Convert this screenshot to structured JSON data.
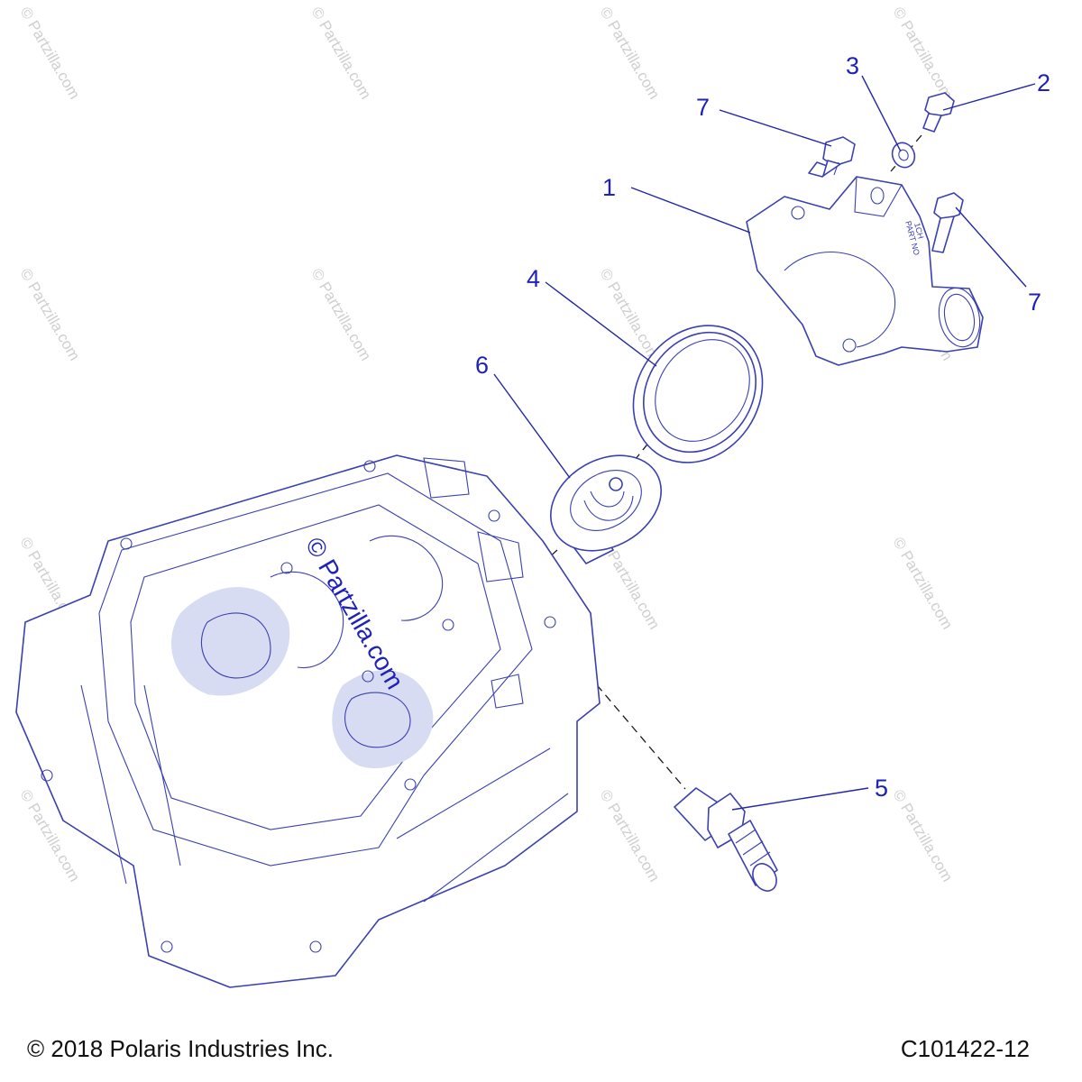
{
  "diagram": {
    "callouts": [
      {
        "id": "1",
        "label": "1"
      },
      {
        "id": "2",
        "label": "2"
      },
      {
        "id": "3",
        "label": "3"
      },
      {
        "id": "4",
        "label": "4"
      },
      {
        "id": "5",
        "label": "5"
      },
      {
        "id": "6",
        "label": "6"
      },
      {
        "id": "7a",
        "label": "7"
      },
      {
        "id": "7b",
        "label": "7"
      }
    ],
    "cover_marking": [
      "PART NO",
      "1CH"
    ],
    "watermark": "© Partzilla.com",
    "center_watermark": "© Partzilla.com"
  },
  "footer": {
    "copyright": "© 2018 Polaris Industries Inc.",
    "diagram_code": "C101422-12"
  },
  "colors": {
    "line": "#3a40b0",
    "callout": "#1f22b8",
    "watermark": "#cfcfcf",
    "text": "#111111"
  }
}
